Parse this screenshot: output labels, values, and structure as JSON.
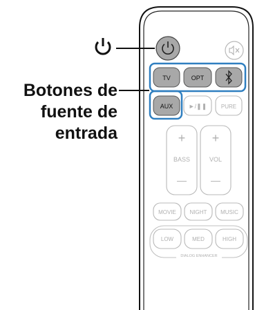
{
  "callouts": {
    "input_buttons_lines": [
      "Botones de",
      "fuente de",
      "entrada"
    ]
  },
  "icons": {
    "power": "power-icon",
    "mute": "mute-icon",
    "bluetooth": "bluetooth-icon",
    "play_pause": "play-pause-icon"
  },
  "buttons": {
    "tv": "TV",
    "opt": "OPT",
    "aux": "AUX",
    "play_pause": "►/❚❚",
    "pure": "PURE",
    "bass_label": "BASS",
    "vol_label": "VOL",
    "plus": "+",
    "minus": "—",
    "movie": "MOVIE",
    "night": "NIGHT",
    "music": "MUSIC",
    "low": "LOW",
    "med": "MED",
    "high": "HIGH",
    "dialog_enhancer": "DIALOG ENHANCER"
  },
  "colors": {
    "highlight": "#2f7fc0",
    "active_button": "#a8a8a8",
    "outline": "#b8b8b8",
    "body_stroke": "#111111"
  }
}
